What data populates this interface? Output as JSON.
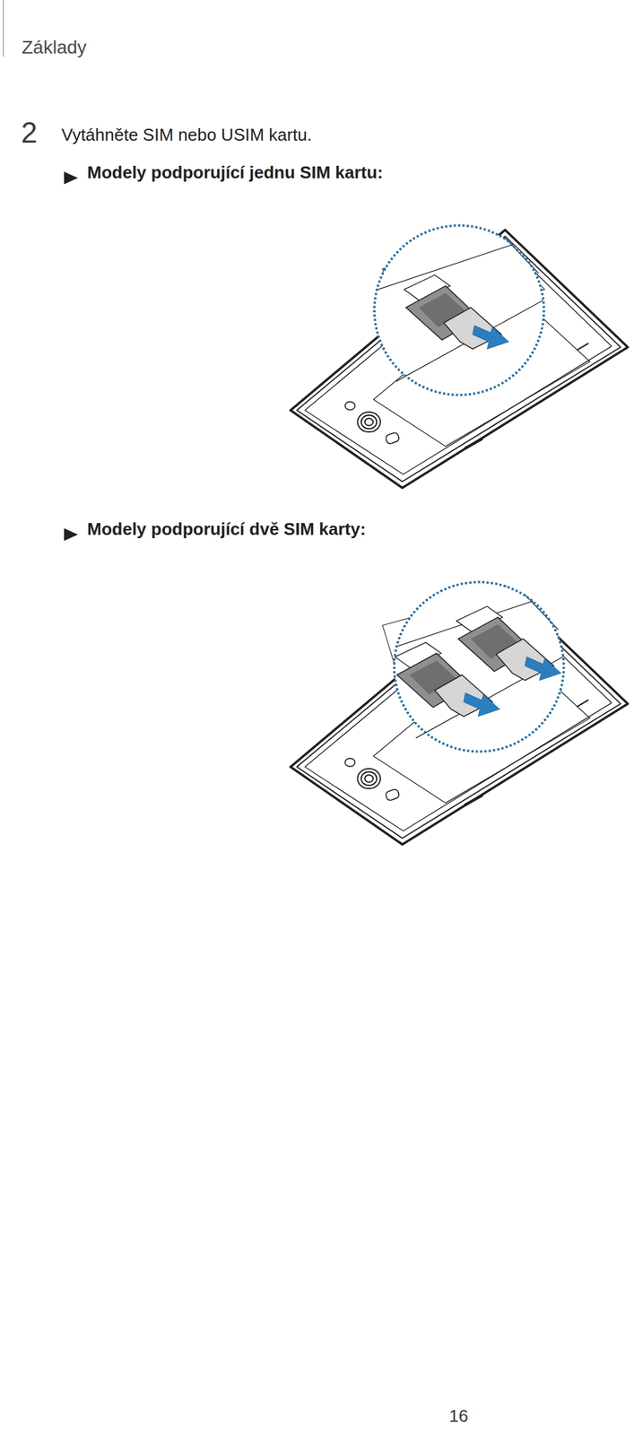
{
  "diagram": {
    "labels": [
      "Základy",
      "2",
      "Vytáhněte SIM nebo USIM kartu.",
      "Modely podporující jednu SIM kartu:",
      "Modely podporující dvě SIM karty:",
      "16"
    ]
  }
}
